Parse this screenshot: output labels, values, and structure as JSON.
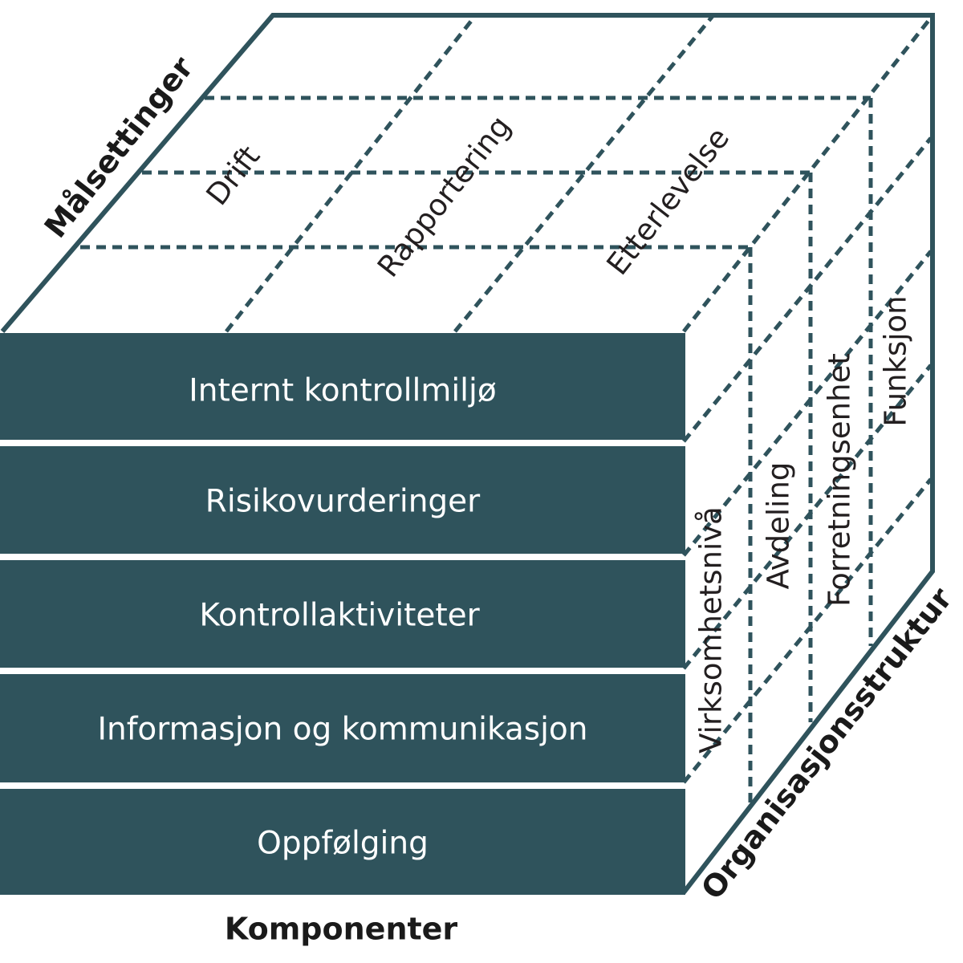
{
  "axes": {
    "objectives": "Målsettinger",
    "components": "Komponenter",
    "organisation": "Organisasjonsstruktur"
  },
  "objectives": [
    "Drift",
    "Rapportering",
    "Etterlevelse"
  ],
  "components": [
    "Internt kontrollmiljø",
    "Risikovurderinger",
    "Kontrollaktiviteter",
    "Informasjon og kommunikasjon",
    "Oppfølging"
  ],
  "organisation_levels": [
    "Virksomhetsnivå",
    "Avdeling",
    "Forretningsenhet",
    "Funksjon"
  ],
  "colors": {
    "accent": "#2f535c",
    "text": "#231f20",
    "background": "#ffffff"
  }
}
